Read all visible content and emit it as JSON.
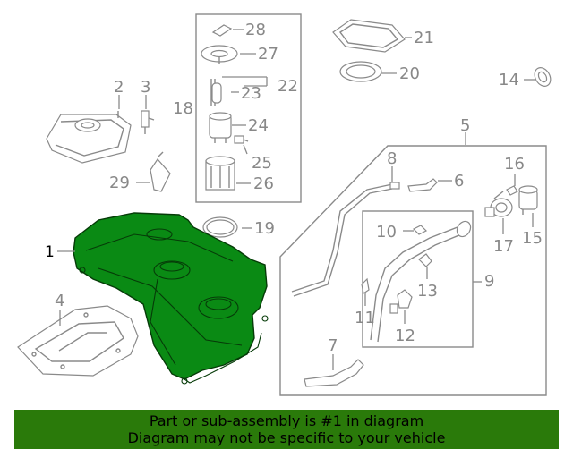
{
  "callouts": {
    "c1": "1",
    "c2": "2",
    "c3": "3",
    "c4": "4",
    "c5": "5",
    "c6": "6",
    "c7": "7",
    "c8": "8",
    "c9": "9",
    "c10": "10",
    "c11": "11",
    "c12": "12",
    "c13": "13",
    "c14": "14",
    "c15": "15",
    "c16": "16",
    "c17": "17",
    "c18": "18",
    "c19": "19",
    "c20": "20",
    "c21": "21",
    "c22": "22",
    "c23": "23",
    "c24": "24",
    "c25": "25",
    "c26": "26",
    "c27": "27",
    "c28": "28",
    "c29": "29"
  },
  "highlight": {
    "part_number": "1",
    "color": "#0a8a14"
  },
  "footer": {
    "line1": "Part or sub-assembly is #1 in diagram",
    "line2": "Diagram may not be specific to your vehicle",
    "background": "#2a7a0a"
  },
  "icons": [
    "fuel-tank",
    "heat-shield",
    "canister",
    "filler-pipe",
    "fuel-pump",
    "gasket"
  ]
}
